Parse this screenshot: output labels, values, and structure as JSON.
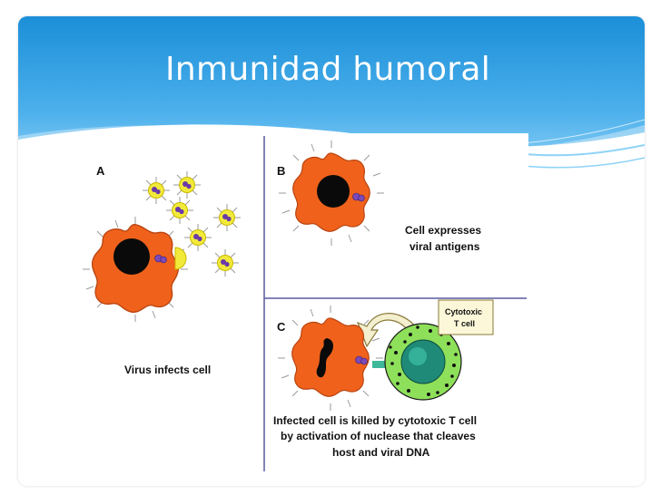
{
  "slide": {
    "title": "Inmunidad humoral",
    "colors": {
      "header_top": "#1b8fd8",
      "header_bottom": "#8fd3f7",
      "cell": "#f0621c",
      "nucleus": "#0a0a0a",
      "virus": "#f2ea3a",
      "divider": "#5a5aa0"
    }
  },
  "figure": {
    "panel_a": {
      "letter": "A",
      "caption": "Virus infects cell"
    },
    "panel_b": {
      "letter": "B",
      "caption_line1": "Cell expresses",
      "caption_line2": "viral antigens"
    },
    "panel_c": {
      "letter": "C",
      "tcell_label_line1": "Cytotoxic",
      "tcell_label_line2": "T cell",
      "caption_line1": "Infected cell is killed by cytotoxic T cell",
      "caption_line2": "by activation of nuclease that cleaves",
      "caption_line3": "host and viral DNA"
    }
  }
}
